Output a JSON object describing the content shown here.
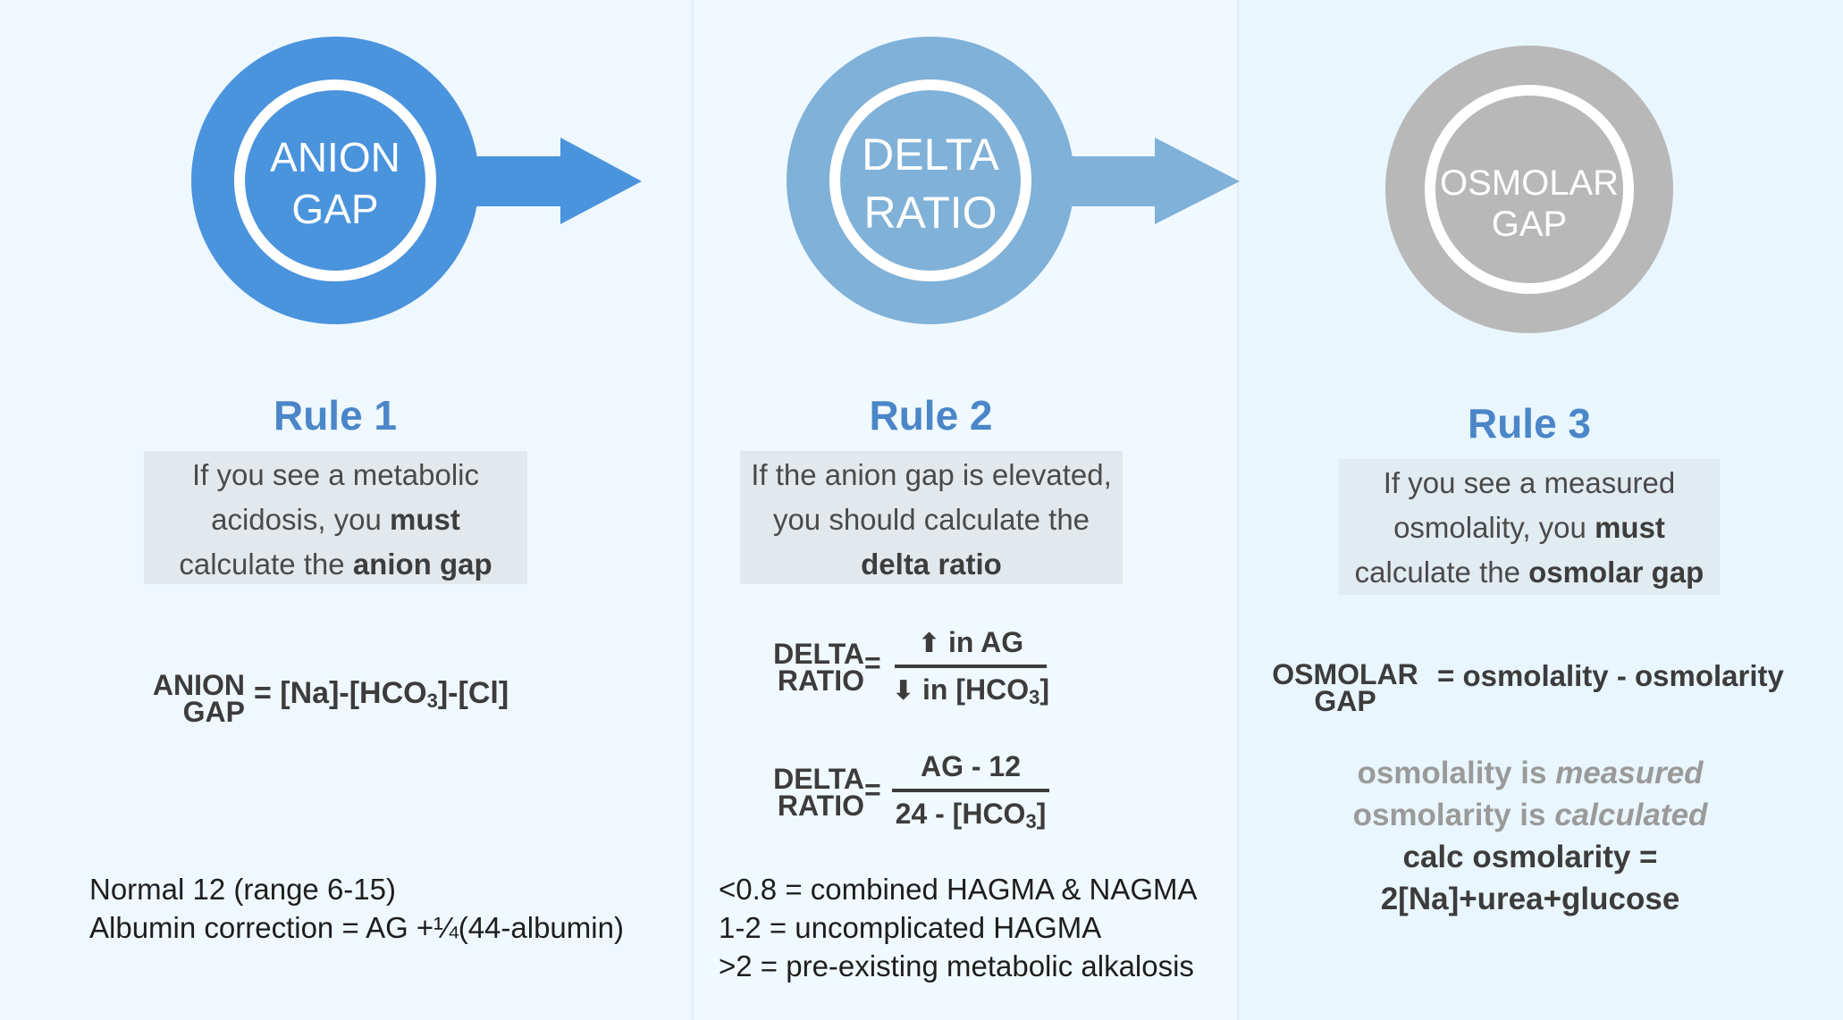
{
  "palette": {
    "rule1_blue": "#4a93dd",
    "rule2_blue": "#80b1d8",
    "rule3_grey": "#b8b8b8",
    "title_blue": "#4a86c8",
    "ring_white": "#ffffff"
  },
  "circles": [
    {
      "line1": "ANION",
      "line2": "GAP"
    },
    {
      "line1": "DELTA",
      "line2": "RATIO"
    },
    {
      "line1": "OSMOLAR",
      "line2": "GAP"
    }
  ],
  "rule1": {
    "title": "Rule 1",
    "box": {
      "line1": "If you see a metabolic",
      "line2_pre": "acidosis, you ",
      "line2_bold": "must",
      "line3_pre": "calculate the ",
      "line3_bold": "anion gap"
    },
    "formula": {
      "lhs_top": "ANION",
      "lhs_bottom": "GAP",
      "rhs_pre": "= [Na]-[HCO",
      "rhs_sub": "3",
      "rhs_post": "]-[Cl]"
    },
    "notes": [
      "Normal 12 (range 6-15)",
      "Albumin correction = AG +¼(44-albumin)"
    ]
  },
  "rule2": {
    "title": "Rule 2",
    "box": {
      "line1": "If the anion gap is elevated,",
      "line2": "you should calculate the",
      "line3_bold": "delta ratio"
    },
    "formula1": {
      "lhs_top": "DELTA",
      "lhs_bottom": "RATIO",
      "equals": "=",
      "up_icon": "⬆",
      "num_text": " in AG",
      "down_icon": "⬇",
      "den_pre": "in [HCO",
      "den_sub": "3",
      "den_post": "]"
    },
    "formula2": {
      "lhs_top": "DELTA",
      "lhs_bottom": "RATIO",
      "equals": "=",
      "numerator": "AG - 12",
      "den_pre": "24 - [HCO",
      "den_sub": "3",
      "den_post": "]"
    },
    "notes": [
      "<0.8 = combined HAGMA & NAGMA",
      "1-2 = uncomplicated HAGMA",
      ">2 = pre-existing metabolic alkalosis"
    ]
  },
  "rule3": {
    "title": "Rule 3",
    "box": {
      "line1": "If you see a measured",
      "line2_pre": "osmolality, you ",
      "line2_bold": "must",
      "line3_pre": "calculate the ",
      "line3_bold": "osmolar gap"
    },
    "formula": {
      "lhs_top": "OSMOLAR",
      "lhs_bottom": "GAP",
      "rhs": "= osmolality - osmolarity"
    },
    "lines": {
      "l1_pre": "osmolality is ",
      "l1_em": "measured",
      "l2_pre": "osmolarity is ",
      "l2_em": "calculated",
      "l3": "calc osmolarity =",
      "l4": "2[Na]+urea+glucose"
    }
  }
}
